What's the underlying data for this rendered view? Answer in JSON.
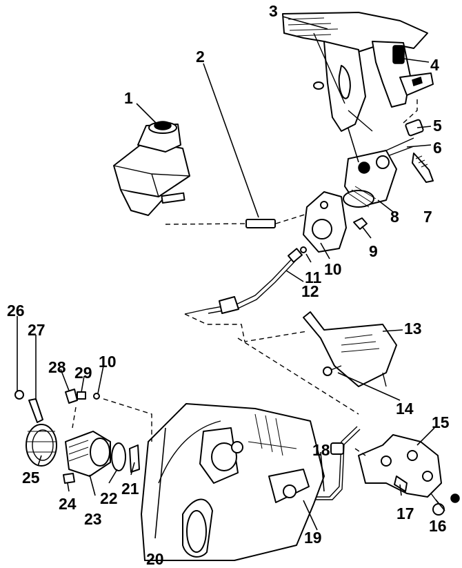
{
  "callouts": [
    {
      "id": "1",
      "label": "1"
    },
    {
      "id": "2",
      "label": "2"
    },
    {
      "id": "3",
      "label": "3"
    },
    {
      "id": "4",
      "label": "4"
    },
    {
      "id": "5",
      "label": "5"
    },
    {
      "id": "6",
      "label": "6"
    },
    {
      "id": "7",
      "label": "7"
    },
    {
      "id": "8",
      "label": "8"
    },
    {
      "id": "9",
      "label": "9"
    },
    {
      "id": "10a",
      "label": "10"
    },
    {
      "id": "11",
      "label": "11"
    },
    {
      "id": "12",
      "label": "12"
    },
    {
      "id": "13",
      "label": "13"
    },
    {
      "id": "14",
      "label": "14"
    },
    {
      "id": "15",
      "label": "15"
    },
    {
      "id": "16",
      "label": "16"
    },
    {
      "id": "17",
      "label": "17"
    },
    {
      "id": "18",
      "label": "18"
    },
    {
      "id": "19",
      "label": "19"
    },
    {
      "id": "20",
      "label": "20"
    },
    {
      "id": "21",
      "label": "21"
    },
    {
      "id": "22",
      "label": "22"
    },
    {
      "id": "23",
      "label": "23"
    },
    {
      "id": "24",
      "label": "24"
    },
    {
      "id": "25",
      "label": "25"
    },
    {
      "id": "26",
      "label": "26"
    },
    {
      "id": "27",
      "label": "27"
    },
    {
      "id": "28",
      "label": "28"
    },
    {
      "id": "29",
      "label": "29"
    },
    {
      "id": "10b",
      "label": "10"
    }
  ]
}
